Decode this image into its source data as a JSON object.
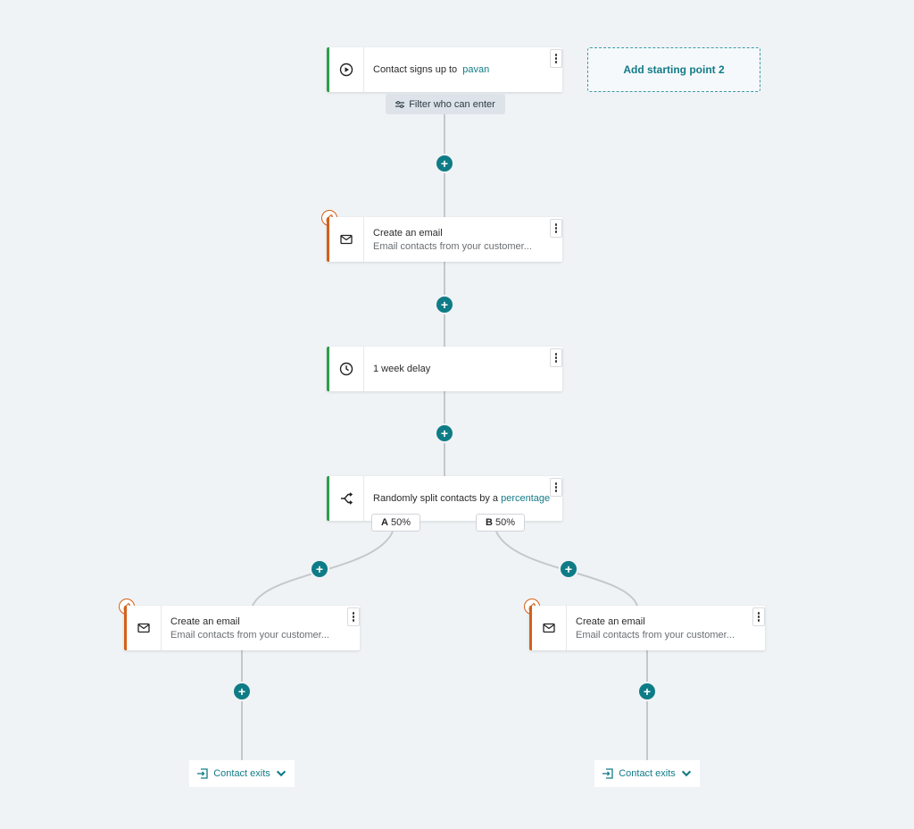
{
  "trigger": {
    "prefix": "Contact signs up to",
    "audience": "pavan",
    "icon": "play-circle-icon",
    "status_color": "#2e9e4a"
  },
  "add_starting_point": {
    "label": "Add starting point 2"
  },
  "filter": {
    "label": "Filter who can enter",
    "icon": "filter-icon"
  },
  "email_step": {
    "title": "Create an email",
    "subtitle": "Email contacts from your customer...",
    "icon": "envelope-icon",
    "status_color": "#d4601a"
  },
  "delay_step": {
    "title": "1 week delay",
    "icon": "clock-icon"
  },
  "split_step": {
    "prefix": "Randomly split contacts by a",
    "link": "percentage",
    "icon": "split-icon"
  },
  "branches": [
    {
      "letter": "A",
      "percent": "50%"
    },
    {
      "letter": "B",
      "percent": "50%"
    }
  ],
  "branch_a_email": {
    "title": "Create an email",
    "subtitle": "Email contacts from your customer..."
  },
  "branch_b_email": {
    "title": "Create an email",
    "subtitle": "Email contacts from your customer..."
  },
  "exit": {
    "label": "Contact exits",
    "icon": "exit-icon"
  },
  "add_step": {
    "label": "+"
  },
  "colors": {
    "accent": "#0e7c86",
    "complete": "#2e9e4a",
    "draft": "#d4601a",
    "canvas": "#f0f3f6"
  }
}
